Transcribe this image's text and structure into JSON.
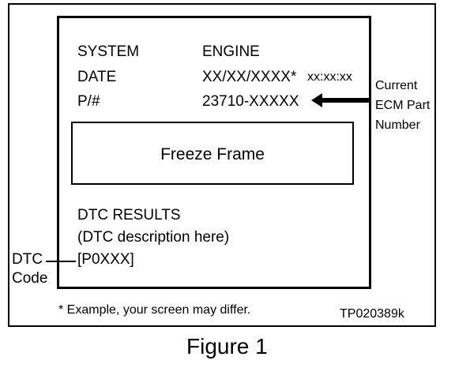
{
  "screen": {
    "system_label": "SYSTEM",
    "system_value": "ENGINE",
    "date_label": "DATE",
    "date_value": "XX/XX/XXXX*",
    "time_value": "xx:xx:xx",
    "part_label": "P/#",
    "part_value": "23710-XXXXX",
    "freeze_frame": "Freeze Frame",
    "dtc_results": "DTC RESULTS",
    "dtc_description": "(DTC description here)",
    "dtc_code": "[P0XXX]"
  },
  "callouts": {
    "current_ecm": [
      "Current",
      "ECM Part",
      "Number"
    ],
    "dtc_code": [
      "DTC",
      "Code"
    ]
  },
  "footnote": "* Example, your screen may differ.",
  "reference": "TP020389k",
  "caption": "Figure 1"
}
